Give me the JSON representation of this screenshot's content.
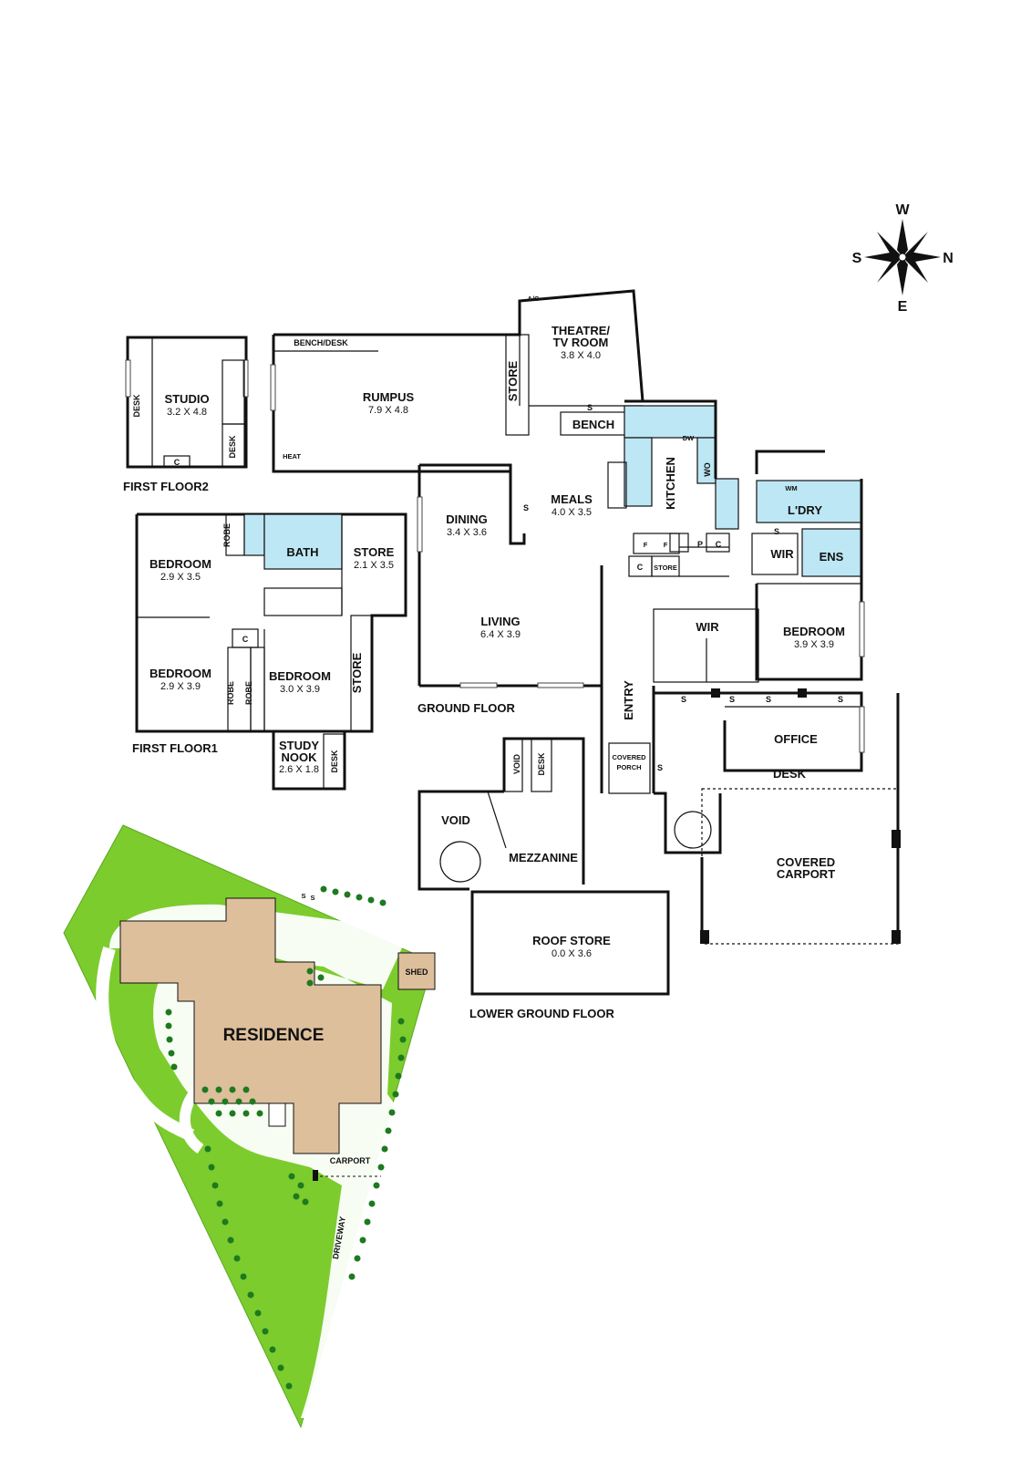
{
  "compass": {
    "north": "N",
    "south": "S",
    "east": "E",
    "west": "W"
  },
  "floors": {
    "first_floor2": "FIRST FLOOR2",
    "first_floor1": "FIRST FLOOR1",
    "ground_floor": "GROUND FLOOR",
    "lower_ground_floor": "LOWER GROUND FLOOR"
  },
  "rooms": {
    "studio": {
      "name": "STUDIO",
      "dim": "3.2 X 4.8"
    },
    "rumpus": {
      "name": "RUMPUS",
      "dim": "7.9 X 4.8"
    },
    "theatre": {
      "name1": "THEATRE/",
      "name2": "TV ROOM",
      "dim": "3.8 X 4.0"
    },
    "bed1": {
      "name": "BEDROOM",
      "dim": "2.9 X 3.5"
    },
    "bed2": {
      "name": "BEDROOM",
      "dim": "2.9 X 3.9"
    },
    "bed3": {
      "name": "BEDROOM",
      "dim": "3.0 X 3.9"
    },
    "store_ff": {
      "name": "STORE",
      "dim": "2.1 X 3.5"
    },
    "study": {
      "name1": "STUDY",
      "name2": "NOOK",
      "dim": "2.6 X 1.8"
    },
    "dining": {
      "name": "DINING",
      "dim": "3.4 X 3.6"
    },
    "meals": {
      "name": "MEALS",
      "dim": "4.0 X 3.5"
    },
    "living": {
      "name": "LIVING",
      "dim": "6.4 X 3.9"
    },
    "master": {
      "name": "BEDROOM",
      "dim": "3.9 X 3.9"
    },
    "roof_store": {
      "name": "ROOF STORE",
      "dim": "0.0 X 3.6"
    }
  },
  "labels": {
    "bench_desk": "BENCH/DESK",
    "heat": "HEAT",
    "store": "STORE",
    "desk": "DESK",
    "c": "C",
    "ac": "A/C",
    "s": "S",
    "bench": "BENCH",
    "dw": "DW",
    "kitchen": "KITCHEN",
    "wo": "WO",
    "wm": "WM",
    "ldry": "L'DRY",
    "wir": "WIR",
    "ens": "ENS",
    "p": "P",
    "f": "F",
    "robe": "ROBE",
    "bath": "BATH",
    "entry": "ENTRY",
    "office": "OFFICE",
    "covered_porch1": "COVERED",
    "covered_porch2": "PORCH",
    "covered_carport1": "COVERED",
    "covered_carport2": "CARPORT",
    "void": "VOID",
    "mezzanine": "MEZZANINE"
  },
  "site": {
    "residence": "RESIDENCE",
    "shed": "SHED",
    "carport": "CARPORT",
    "driveway": "DRIVEWAY",
    "colors": {
      "lawn": "#7ccc2e",
      "house": "#ddbf9c",
      "tree": "#1e7a1e",
      "path": "#ffffff"
    }
  }
}
